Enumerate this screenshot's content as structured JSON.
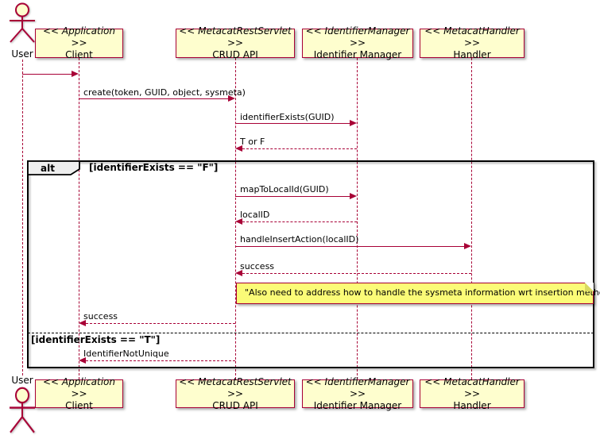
{
  "actor": {
    "label": "User"
  },
  "participants": [
    {
      "stereotype": "<< Application >>",
      "name": "Client"
    },
    {
      "stereotype": "<< MetacatRestServlet >>",
      "name": "CRUD API"
    },
    {
      "stereotype": "<< IdentifierManager >>",
      "name": "Identifier Manager"
    },
    {
      "stereotype": "<< MetacatHandler >>",
      "name": "Handler"
    }
  ],
  "messages": [
    {
      "from": "User",
      "to": "Client",
      "type": "solid",
      "label": ""
    },
    {
      "from": "Client",
      "to": "CRUD API",
      "type": "solid",
      "label": "create(token, GUID, object, sysmeta)"
    },
    {
      "from": "CRUD API",
      "to": "Identifier Manager",
      "type": "solid",
      "label": "identifierExists(GUID)"
    },
    {
      "from": "Identifier Manager",
      "to": "CRUD API",
      "type": "dashed",
      "label": "T or F"
    },
    {
      "from": "CRUD API",
      "to": "Identifier Manager",
      "type": "solid",
      "label": "mapToLocalId(GUID)"
    },
    {
      "from": "Identifier Manager",
      "to": "CRUD API",
      "type": "dashed",
      "label": "localID"
    },
    {
      "from": "CRUD API",
      "to": "Handler",
      "type": "solid",
      "label": "handleInsertAction(localID)"
    },
    {
      "from": "Handler",
      "to": "CRUD API",
      "type": "dashed",
      "label": "success"
    },
    {
      "from": "CRUD API",
      "to": "Client",
      "type": "dashed",
      "label": "success"
    },
    {
      "from": "CRUD API",
      "to": "Client",
      "type": "dashed",
      "label": "IdentifierNotUnique"
    }
  ],
  "alt_frame": {
    "operator": "alt",
    "guard_true": "[identifierExists == \"F\"]",
    "guard_else": "[identifierExists == \"T\"]"
  },
  "note": {
    "text": "\"Also need to address how to handle the sysmeta information wrt insertion methods\""
  },
  "colors": {
    "line": "#A80036",
    "participant_fill": "#FEFECE",
    "note_fill": "#FBFB77",
    "operator_fill": "#EEEEEE"
  }
}
